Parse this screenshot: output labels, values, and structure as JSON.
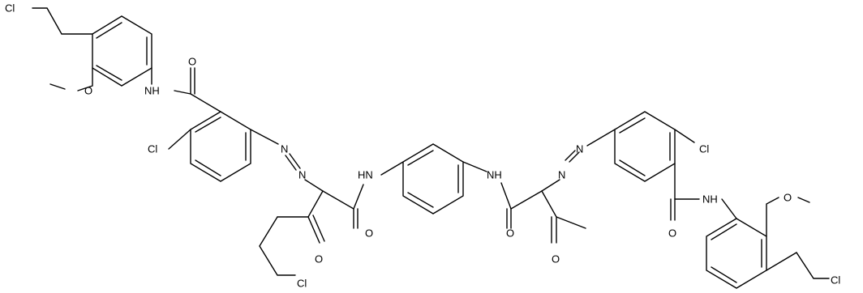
{
  "structure": {
    "atoms": [
      {
        "id": "cl_a",
        "text": "Cl"
      },
      {
        "id": "o_a",
        "text": "O"
      },
      {
        "id": "nh_a",
        "text": "NH"
      },
      {
        "id": "o_b",
        "text": "O"
      },
      {
        "id": "cl_b",
        "text": "Cl"
      },
      {
        "id": "n_a1",
        "text": "N"
      },
      {
        "id": "n_a2",
        "text": "N"
      },
      {
        "id": "nh_b",
        "text": "HN"
      },
      {
        "id": "o_c",
        "text": "O"
      },
      {
        "id": "o_d",
        "text": "O"
      },
      {
        "id": "cl_c",
        "text": "Cl"
      },
      {
        "id": "nh_c",
        "text": "NH"
      },
      {
        "id": "o_e",
        "text": "O"
      },
      {
        "id": "o_f",
        "text": "O"
      },
      {
        "id": "n_b1",
        "text": "N"
      },
      {
        "id": "n_b2",
        "text": "N"
      },
      {
        "id": "cl_d",
        "text": "Cl"
      },
      {
        "id": "o_g",
        "text": "O"
      },
      {
        "id": "nh_d",
        "text": "NH"
      },
      {
        "id": "o_h",
        "text": "O"
      },
      {
        "id": "cl_e",
        "text": "Cl"
      }
    ]
  }
}
